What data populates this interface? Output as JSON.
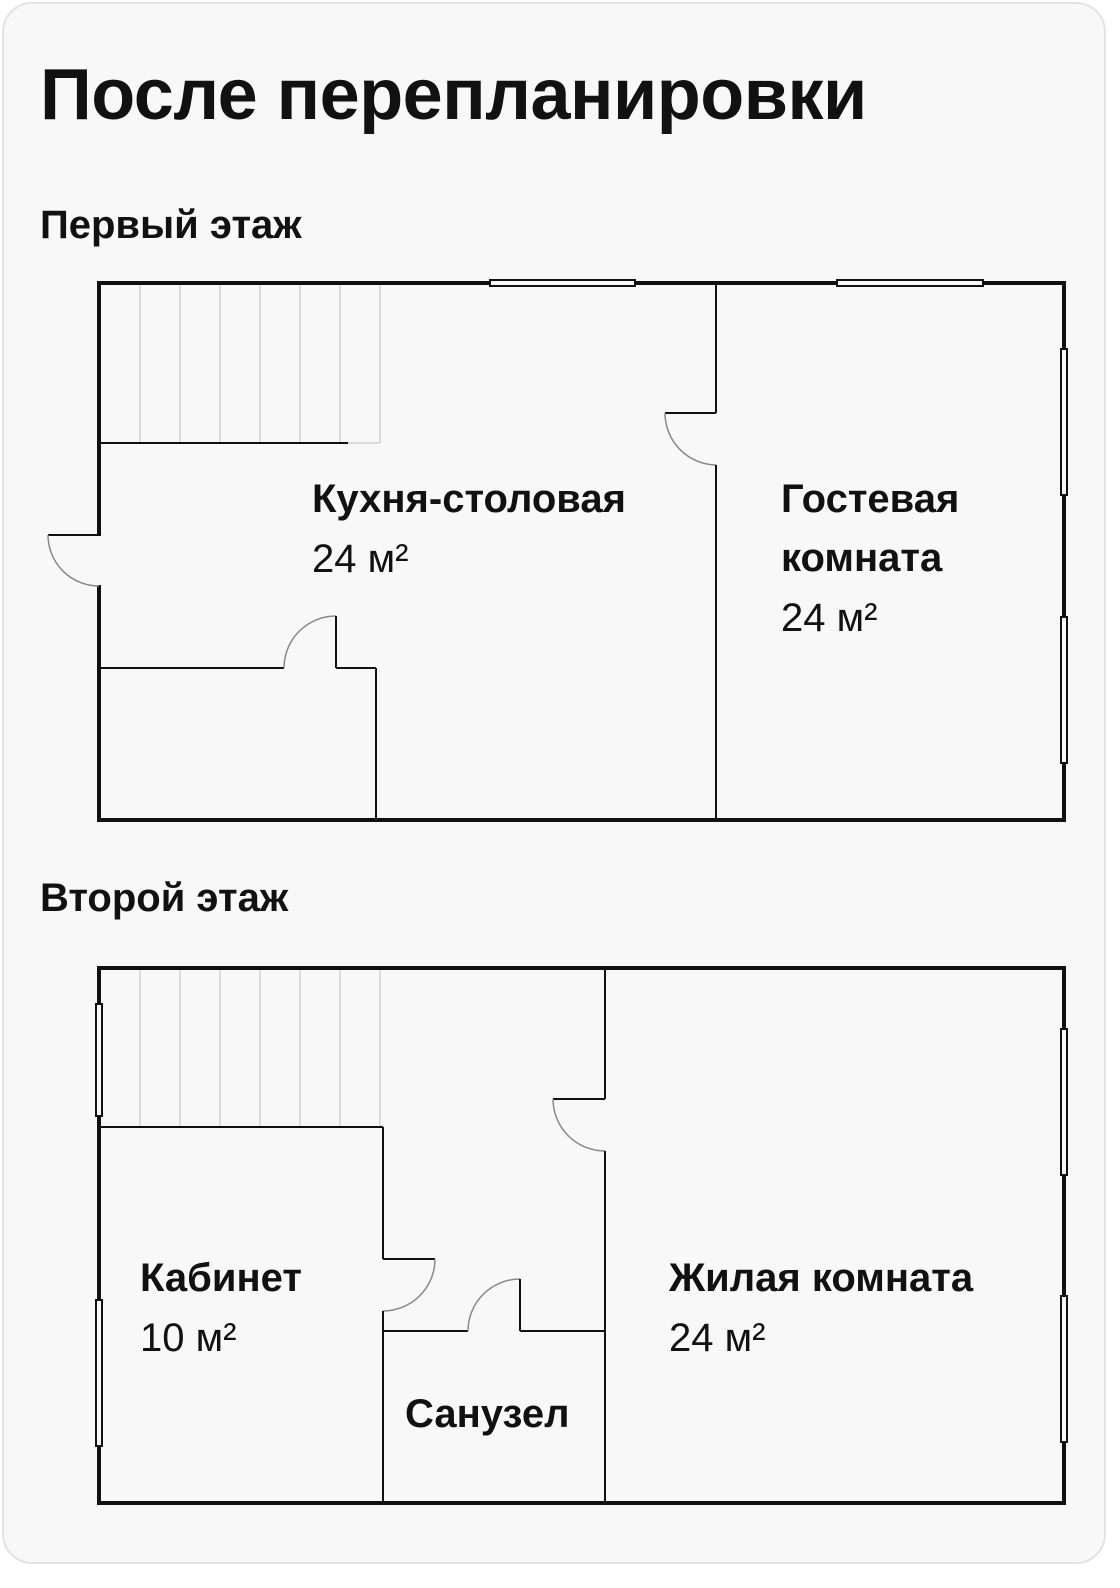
{
  "title": "После перепланировки",
  "floors": [
    {
      "label": "Первый этаж",
      "rooms": [
        {
          "name": "Кухня-столовая",
          "area": "24 м²"
        },
        {
          "name_line1": "Гостевая",
          "name_line2": "комната",
          "area": "24 м²"
        }
      ]
    },
    {
      "label": "Второй этаж",
      "rooms": [
        {
          "name": "Кабинет",
          "area": "10 м²"
        },
        {
          "name": "Санузел"
        },
        {
          "name": "Жилая комната",
          "area": "24 м²"
        }
      ]
    }
  ]
}
